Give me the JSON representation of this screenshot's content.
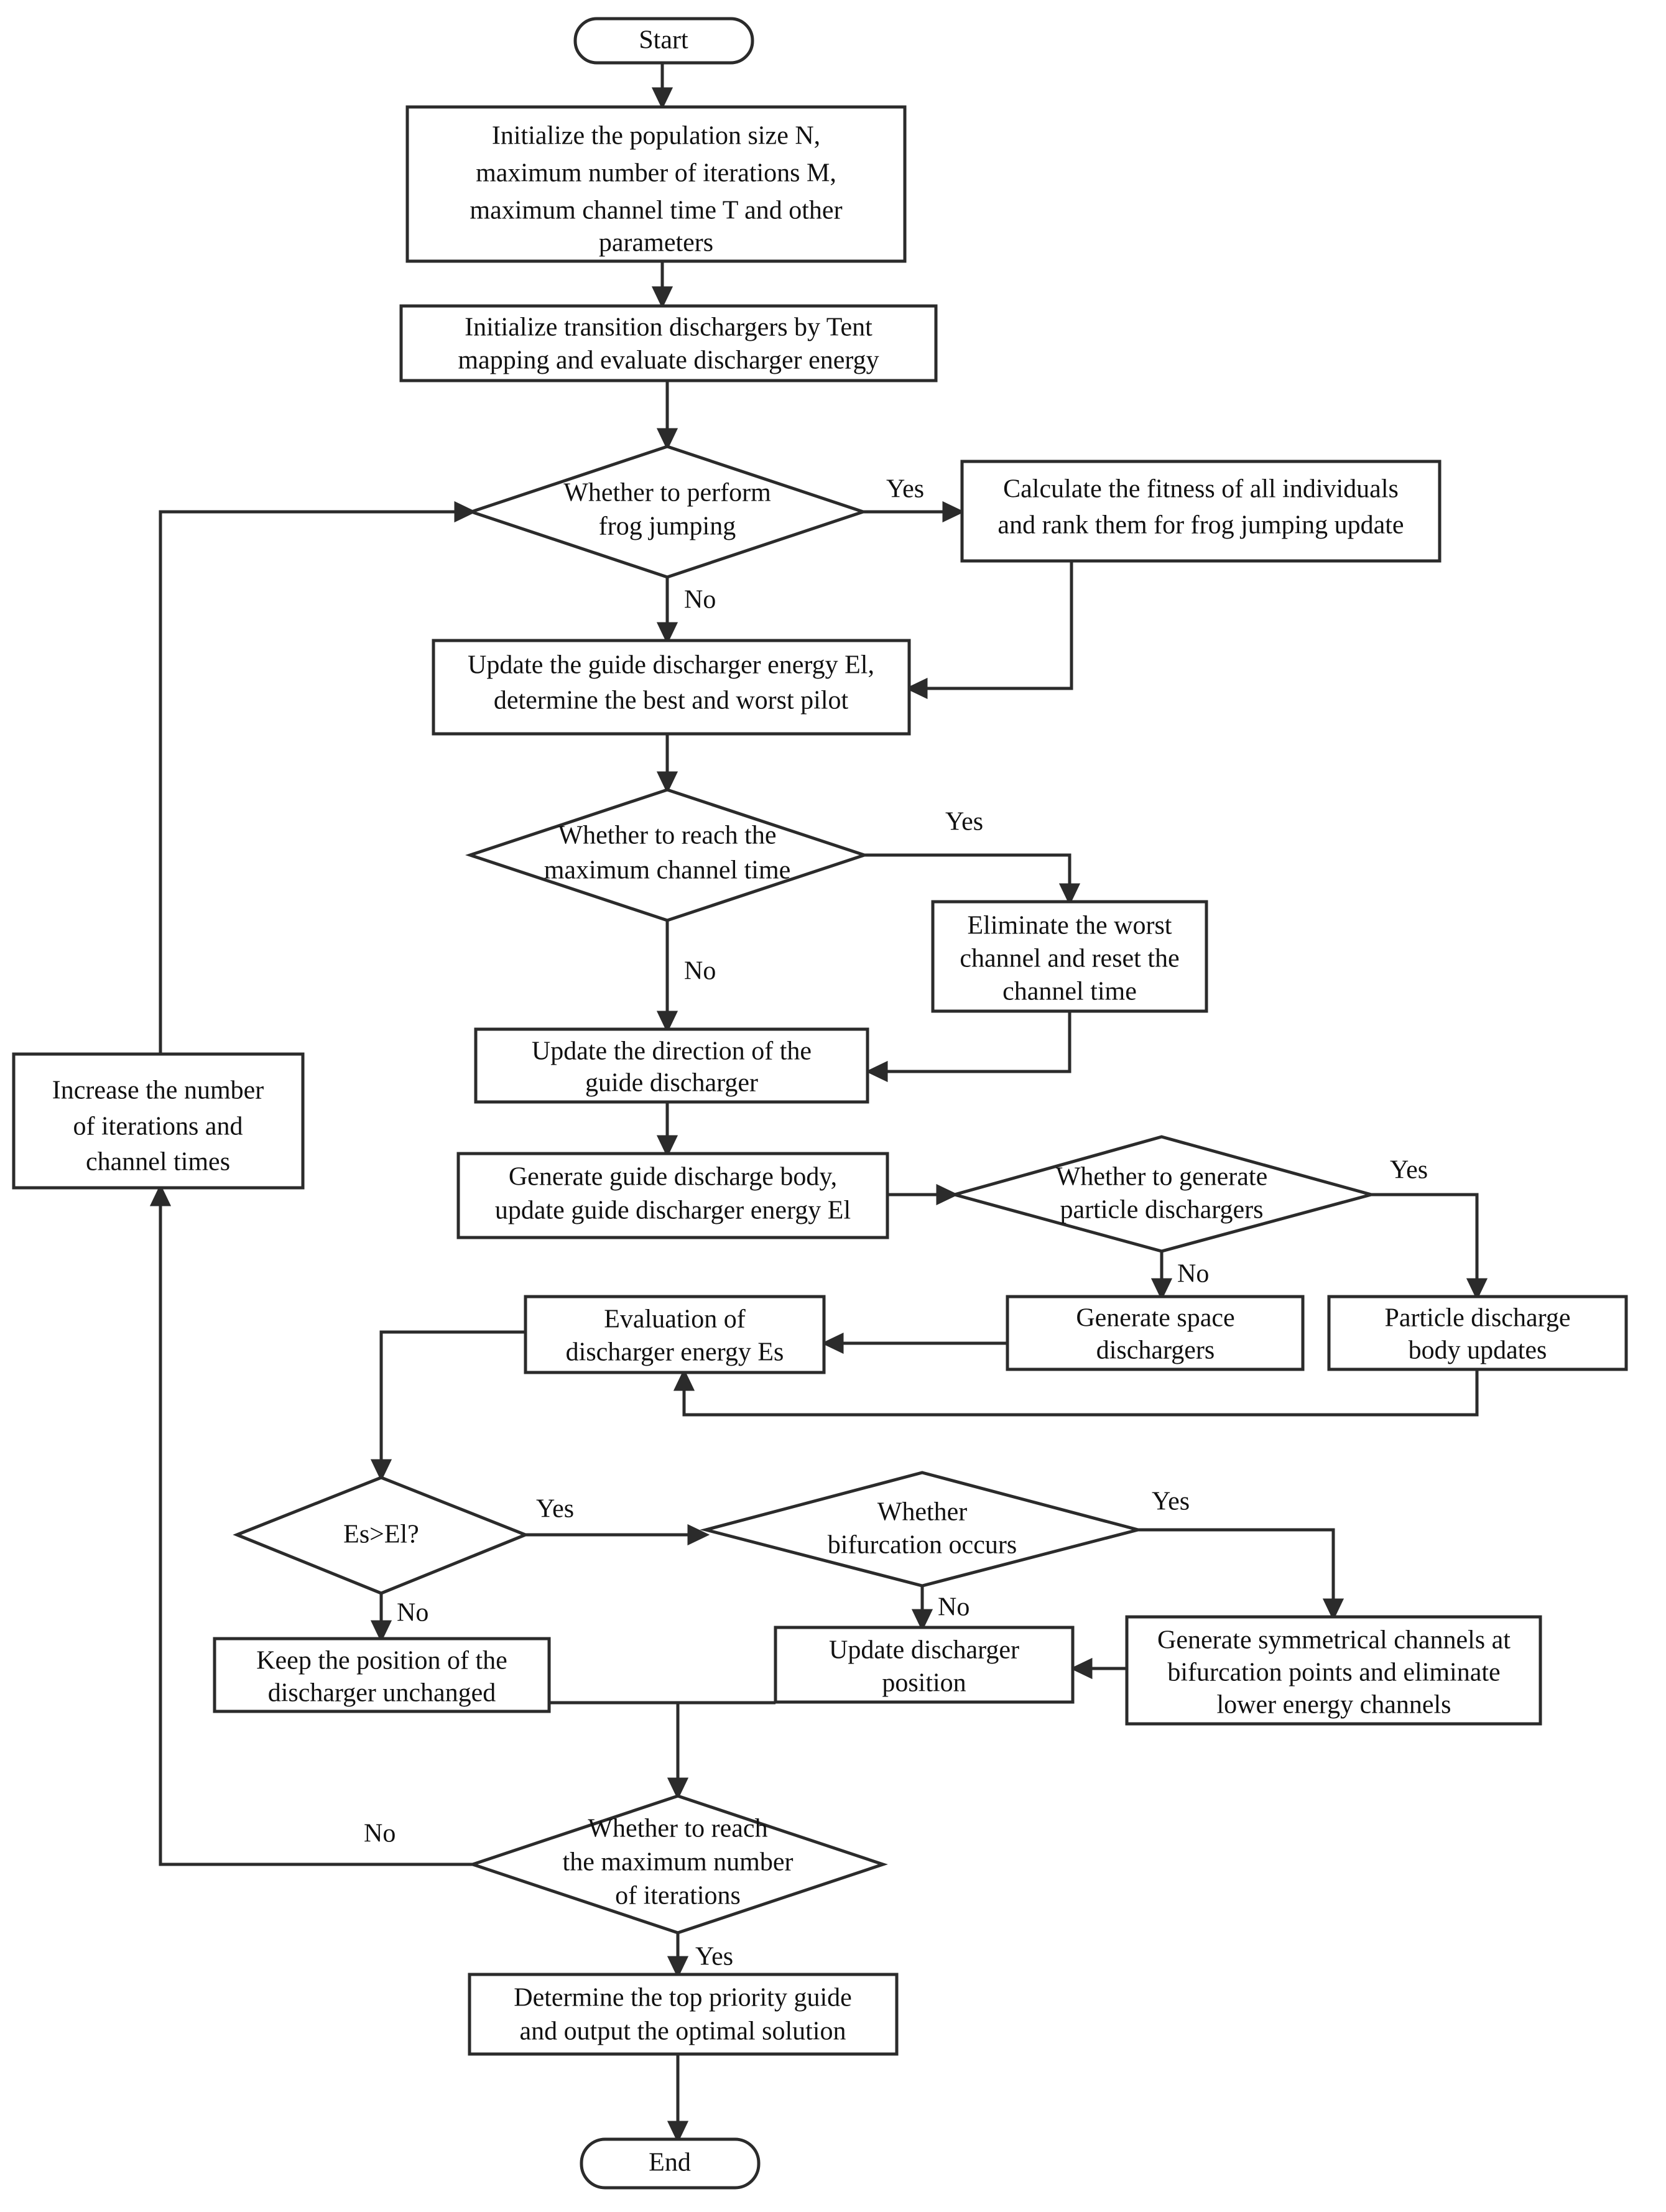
{
  "diagram": {
    "title": "Improved lightning search algorithm flowchart",
    "colors": {
      "stroke": "#2b2b2b",
      "fill": "#ffffff",
      "text": "#111111"
    },
    "nodes": {
      "start": {
        "label": "Start",
        "shape": "terminator"
      },
      "init_params": {
        "lines": [
          "Initialize the population size N,",
          "maximum number of iterations M,",
          "maximum channel time T and other",
          "parameters"
        ],
        "shape": "process"
      },
      "tent_mapping": {
        "lines": [
          "Initialize transition dischargers by Tent",
          "mapping and evaluate discharger energy"
        ],
        "shape": "process"
      },
      "frog_jump_decision": {
        "lines": [
          "Whether to perform",
          "frog jumping"
        ],
        "shape": "decision"
      },
      "calc_fitness": {
        "lines": [
          "Calculate the fitness of all individuals",
          "and rank them for frog jumping update"
        ],
        "shape": "process"
      },
      "update_guide_energy": {
        "lines": [
          "Update the guide discharger energy El,",
          "determine the best and worst pilot"
        ],
        "shape": "process"
      },
      "max_channel_time_decision": {
        "lines": [
          "Whether to reach the",
          "maximum channel time"
        ],
        "shape": "decision"
      },
      "eliminate_worst": {
        "lines": [
          "Eliminate the worst",
          "channel and reset the",
          "channel time"
        ],
        "shape": "process"
      },
      "update_direction": {
        "lines": [
          "Update the direction of the",
          "guide discharger"
        ],
        "shape": "process"
      },
      "generate_guide_body": {
        "lines": [
          "Generate guide discharge body,",
          "update guide discharger energy El"
        ],
        "shape": "process"
      },
      "particle_decision": {
        "lines": [
          "Whether to generate",
          "particle dischargers"
        ],
        "shape": "decision"
      },
      "generate_space": {
        "lines": [
          "Generate space",
          "dischargers"
        ],
        "shape": "process"
      },
      "particle_updates": {
        "lines": [
          "Particle discharge",
          "body updates"
        ],
        "shape": "process"
      },
      "eval_energy_es": {
        "lines": [
          "Evaluation of",
          "discharger energy Es"
        ],
        "shape": "process"
      },
      "increase_iterations": {
        "lines": [
          "Increase the number",
          "of iterations and",
          "channel times"
        ],
        "shape": "process"
      },
      "es_gt_el_decision": {
        "lines": [
          "Es>El?"
        ],
        "shape": "decision"
      },
      "bifurcation_decision": {
        "lines": [
          "Whether",
          "bifurcation occurs"
        ],
        "shape": "decision"
      },
      "keep_position": {
        "lines": [
          "Keep the position of the",
          "discharger unchanged"
        ],
        "shape": "process"
      },
      "update_position": {
        "lines": [
          "Update discharger",
          "position"
        ],
        "shape": "process"
      },
      "generate_symmetrical": {
        "lines": [
          "Generate symmetrical channels at",
          "bifurcation points and eliminate",
          "lower energy channels"
        ],
        "shape": "process"
      },
      "max_iterations_decision": {
        "lines": [
          "Whether to reach",
          "the maximum number",
          "of iterations"
        ],
        "shape": "decision"
      },
      "determine_top": {
        "lines": [
          "Determine the top priority guide",
          "and output the optimal solution"
        ],
        "shape": "process"
      },
      "end": {
        "label": "End",
        "shape": "terminator"
      }
    },
    "edge_labels": {
      "frog_yes": "Yes",
      "frog_no": "No",
      "channel_yes": "Yes",
      "channel_no": "No",
      "particle_yes": "Yes",
      "particle_no": "No",
      "es_yes": "Yes",
      "es_no": "No",
      "bifurcation_yes": "Yes",
      "bifurcation_no": "No",
      "iterations_no": "No",
      "iterations_yes": "Yes"
    }
  }
}
